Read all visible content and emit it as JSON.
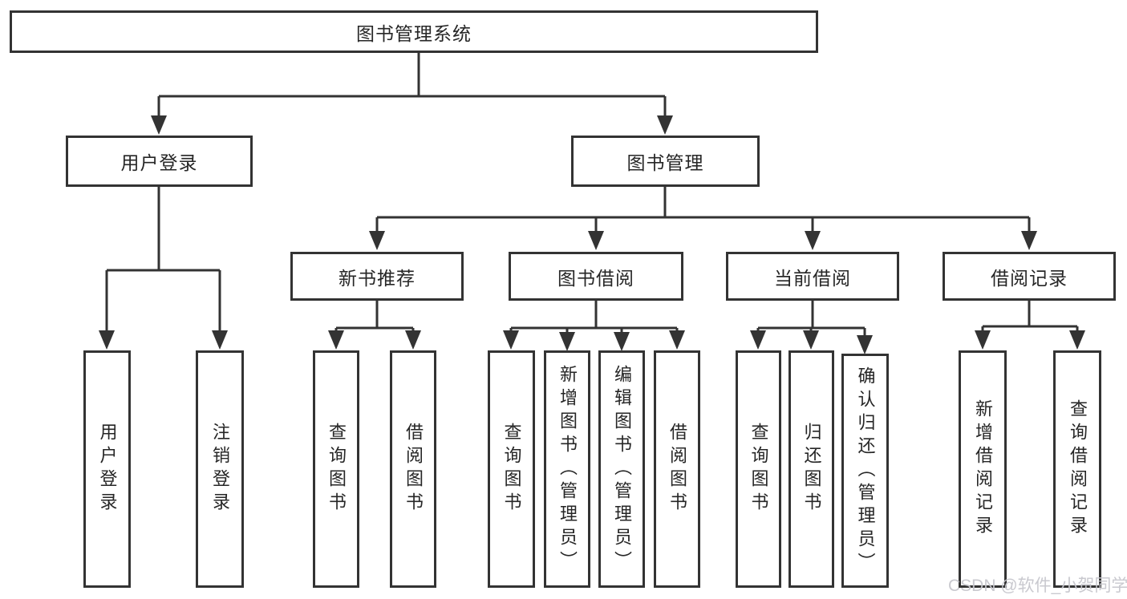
{
  "diagram": {
    "root": {
      "label": "图书管理系统"
    },
    "branches": [
      {
        "label": "用户登录",
        "leaves": [
          {
            "label": "用户登录"
          },
          {
            "label": "注销登录"
          }
        ]
      },
      {
        "label": "图书管理",
        "groups": [
          {
            "label": "新书推荐",
            "leaves": [
              {
                "label": "查询图书"
              },
              {
                "label": "借阅图书"
              }
            ]
          },
          {
            "label": "图书借阅",
            "leaves": [
              {
                "label": "查询图书"
              },
              {
                "label": "新增图书（管理员）"
              },
              {
                "label": "编辑图书（管理员）"
              },
              {
                "label": "借阅图书"
              }
            ]
          },
          {
            "label": "当前借阅",
            "leaves": [
              {
                "label": "查询图书"
              },
              {
                "label": "归还图书"
              },
              {
                "label": "确认归还（管理员）"
              }
            ]
          },
          {
            "label": "借阅记录",
            "leaves": [
              {
                "label": "新增借阅记录"
              },
              {
                "label": "查询借阅记录"
              }
            ]
          }
        ]
      }
    ]
  },
  "watermark": {
    "text": "CSDN @软件_小贺同学"
  },
  "colors": {
    "line": "#333333",
    "text": "#262626",
    "background": "#ffffff",
    "watermark": "#c6c6cc"
  }
}
